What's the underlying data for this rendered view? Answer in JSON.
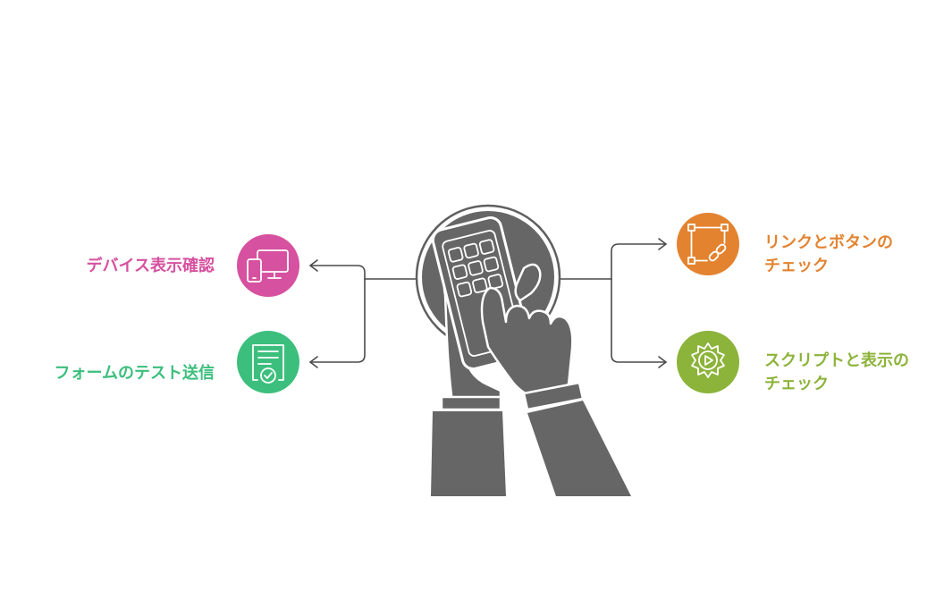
{
  "center": {
    "icon": "hands-holding-phone"
  },
  "branches": {
    "device": {
      "label": "デバイス表示確認",
      "color": "#d6519f",
      "icon": "devices-icon"
    },
    "form": {
      "label": "フォームのテスト送信",
      "color": "#3cbf7d",
      "icon": "certificate-check-icon"
    },
    "links": {
      "label_line1": "リンクとボタンの",
      "label_line2": "チェック",
      "color": "#e3832f",
      "icon": "link-frame-icon"
    },
    "script": {
      "label_line1": "スクリプトと表示の",
      "label_line2": "チェック",
      "color": "#8cb33a",
      "icon": "gear-play-icon"
    }
  },
  "connector_color": "#4a4a4a",
  "illustration_color": "#666666"
}
